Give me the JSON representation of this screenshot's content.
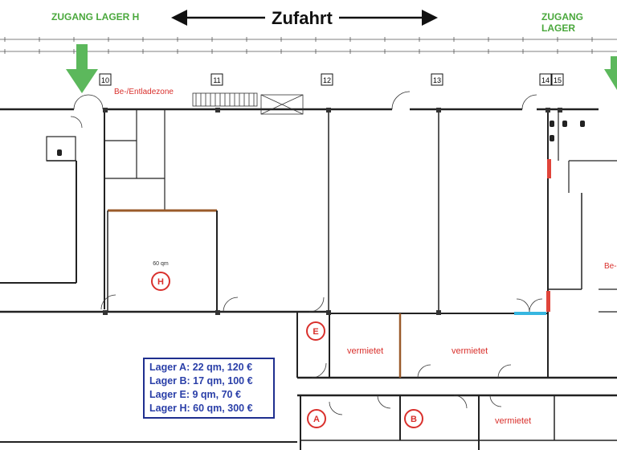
{
  "header": {
    "zugang_left": "ZUGANG LAGER H",
    "zugang_right": "ZUGANG LAGER",
    "zufahrt": "Zufahrt"
  },
  "grid_axes": [
    "10",
    "11",
    "12",
    "13",
    "14",
    "15"
  ],
  "zones": {
    "loading_zone_left": "Be-/Entladezone",
    "loading_zone_right": "Be-"
  },
  "units": {
    "h": {
      "badge": "H",
      "area": "60 qm"
    },
    "e": {
      "badge": "E"
    },
    "a": {
      "badge": "A"
    },
    "b": {
      "badge": "B"
    }
  },
  "status_labels": [
    "vermietet",
    "vermietet",
    "vermietet"
  ],
  "legend": [
    "Lager A: 22 qm, 120 €",
    "Lager B: 17 qm, 100 €",
    "Lager E: 9 qm, 70 €",
    "Lager H: 60 qm, 300 €"
  ],
  "colors": {
    "arrow_green": "#5cb85c",
    "label_red": "#d9302c",
    "legend_blue": "#2a3fa8",
    "wall": "#222222",
    "door_red": "#e0443a",
    "door_cyan": "#37b6e0",
    "beam_brown": "#9a5a2a"
  }
}
